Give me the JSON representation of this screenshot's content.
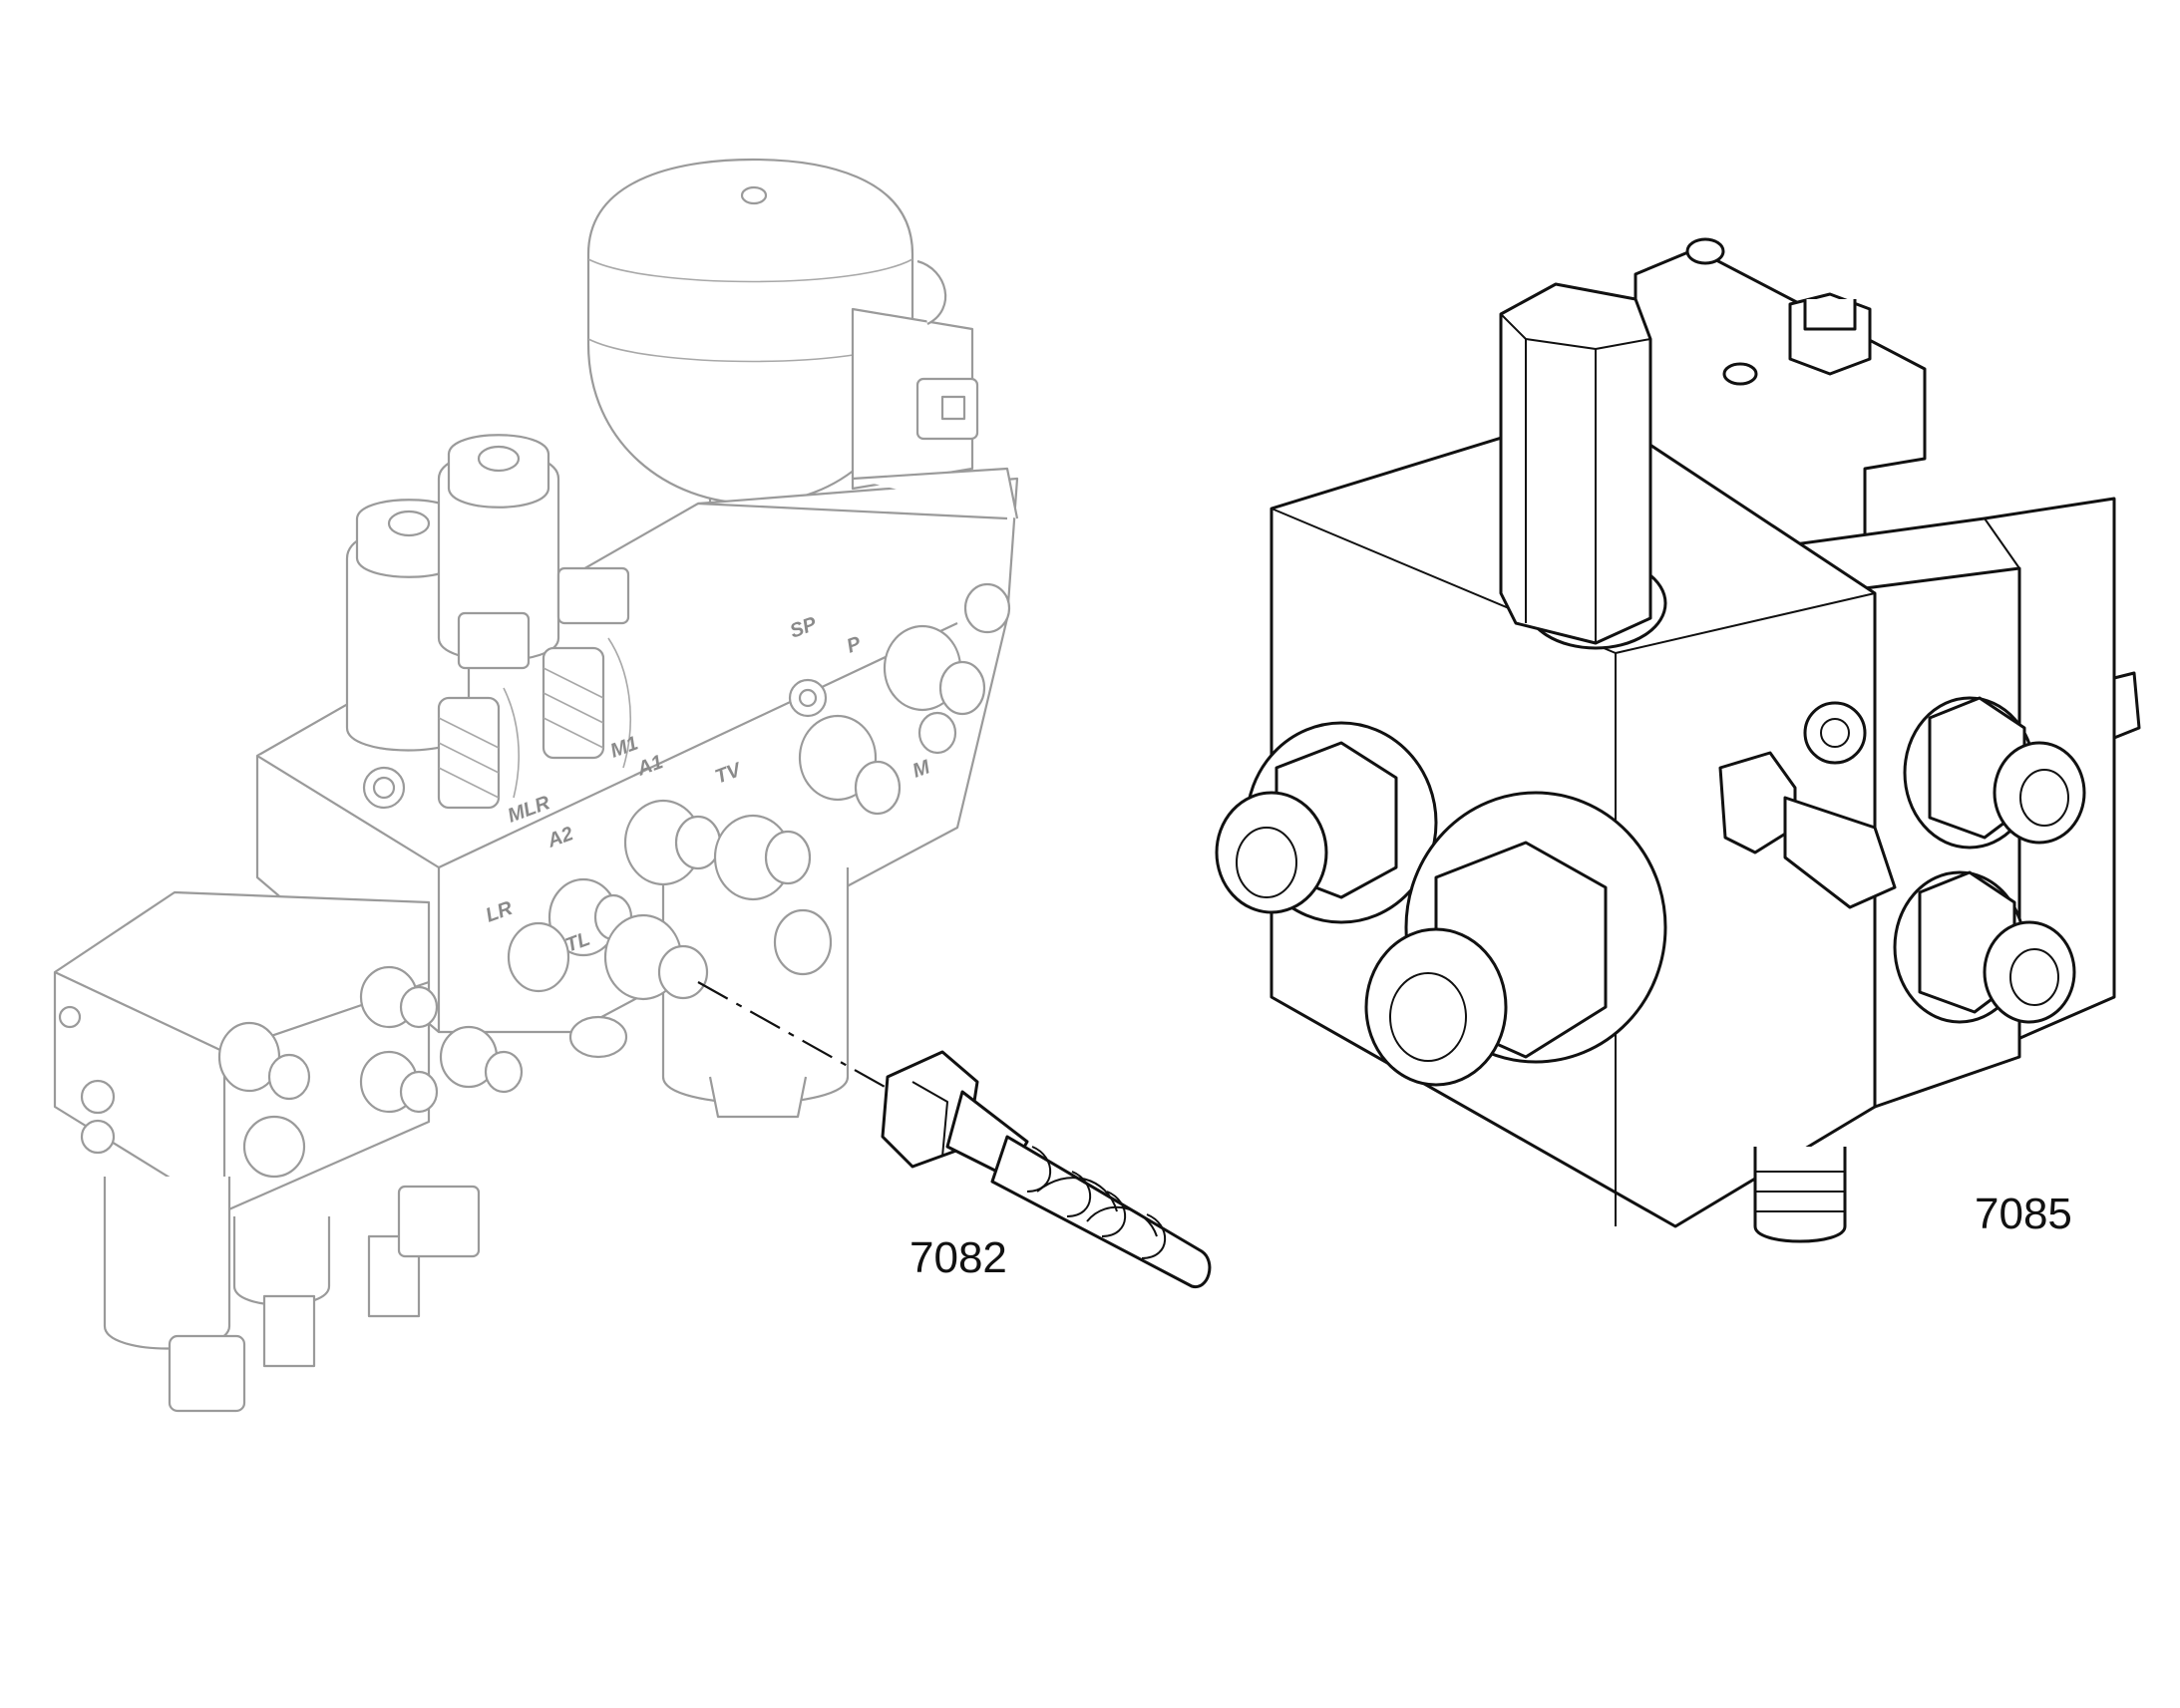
{
  "callouts": {
    "hose": "7082",
    "valve_block": "7085"
  },
  "port_labels": {
    "sp": "SP",
    "p": "P",
    "m1": "M1",
    "m": "M",
    "mlr": "MLR",
    "a1": "A1",
    "tv": "TV",
    "a2": "A2",
    "lr": "LR",
    "tl": "TL"
  }
}
